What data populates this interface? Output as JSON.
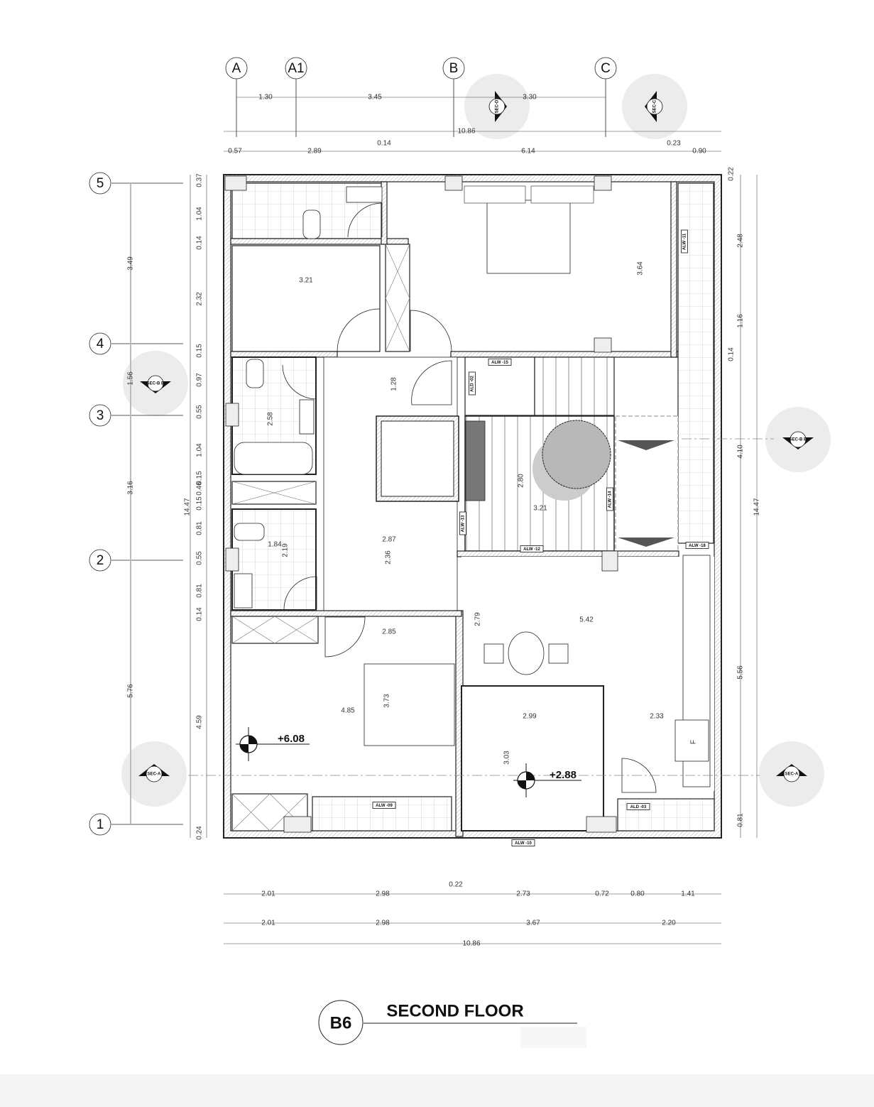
{
  "drawing": {
    "title": "SECOND FLOOR",
    "sheet_id": "B6"
  },
  "grid": {
    "columns": [
      "A",
      "A1",
      "B",
      "C"
    ],
    "rows": [
      "5",
      "4",
      "3",
      "2",
      "1"
    ]
  },
  "dimensions": {
    "top_axes": [
      "1.30",
      "3.45",
      "3.30"
    ],
    "top_overall": "10.86",
    "top_detail": [
      "0.57",
      "2.89",
      "0.14",
      "6.14",
      "0.23",
      "0.90"
    ],
    "left_axes": [
      "3.49",
      "1.56",
      "3.16",
      "5.76"
    ],
    "left_overall": "14.47",
    "left_detail": [
      "0.37",
      "1.04",
      "0.14",
      "2.32",
      "0.15",
      "0.97",
      "0.55",
      "1.04",
      "0.15",
      "0.46",
      "0.15",
      "0.81",
      "0.55",
      "0.81",
      "0.14",
      "4.59",
      "0.24"
    ],
    "right_detail": [
      "0.22",
      "2.48",
      "1.16",
      "0.14",
      "4.10",
      "5.56",
      "0.81"
    ],
    "right_overall": "14.47",
    "bottom_detail": [
      "2.01",
      "2.98",
      "0.22",
      "2.73",
      "0.72",
      "0.80",
      "1.41"
    ],
    "bottom_axes": [
      "2.01",
      "2.98",
      "3.67",
      "2.20"
    ],
    "bottom_overall": "10.86",
    "interior": [
      "3.21",
      "3.64",
      "1.28",
      "2.58",
      "2.80",
      "3.21",
      "1.84",
      "2.19",
      "2.87",
      "2.36",
      "2.85",
      "2.79",
      "5.42",
      "4.85",
      "3.73",
      "2.99",
      "2.33",
      "3.03"
    ]
  },
  "levels": [
    "+6.08",
    "+2.88"
  ],
  "opening_tags": [
    "ALW -15",
    "ALD -02",
    "ALW -11",
    "ALW -14",
    "ALW -13",
    "ALW -12",
    "ALW -18",
    "ALW -09",
    "ALD -03",
    "ALW -10"
  ],
  "section_markers": [
    "SEC-D",
    "SEC-C",
    "SEC-B B",
    "SEC-B B",
    "SEC-A",
    "SEC-A"
  ],
  "appliance_label": "F",
  "colors": {
    "line": "#222222",
    "hatch": "#9a9a9a",
    "section_halo": "#ececec",
    "tree": "#b8b8b8",
    "footer": "#f4f4f4"
  }
}
